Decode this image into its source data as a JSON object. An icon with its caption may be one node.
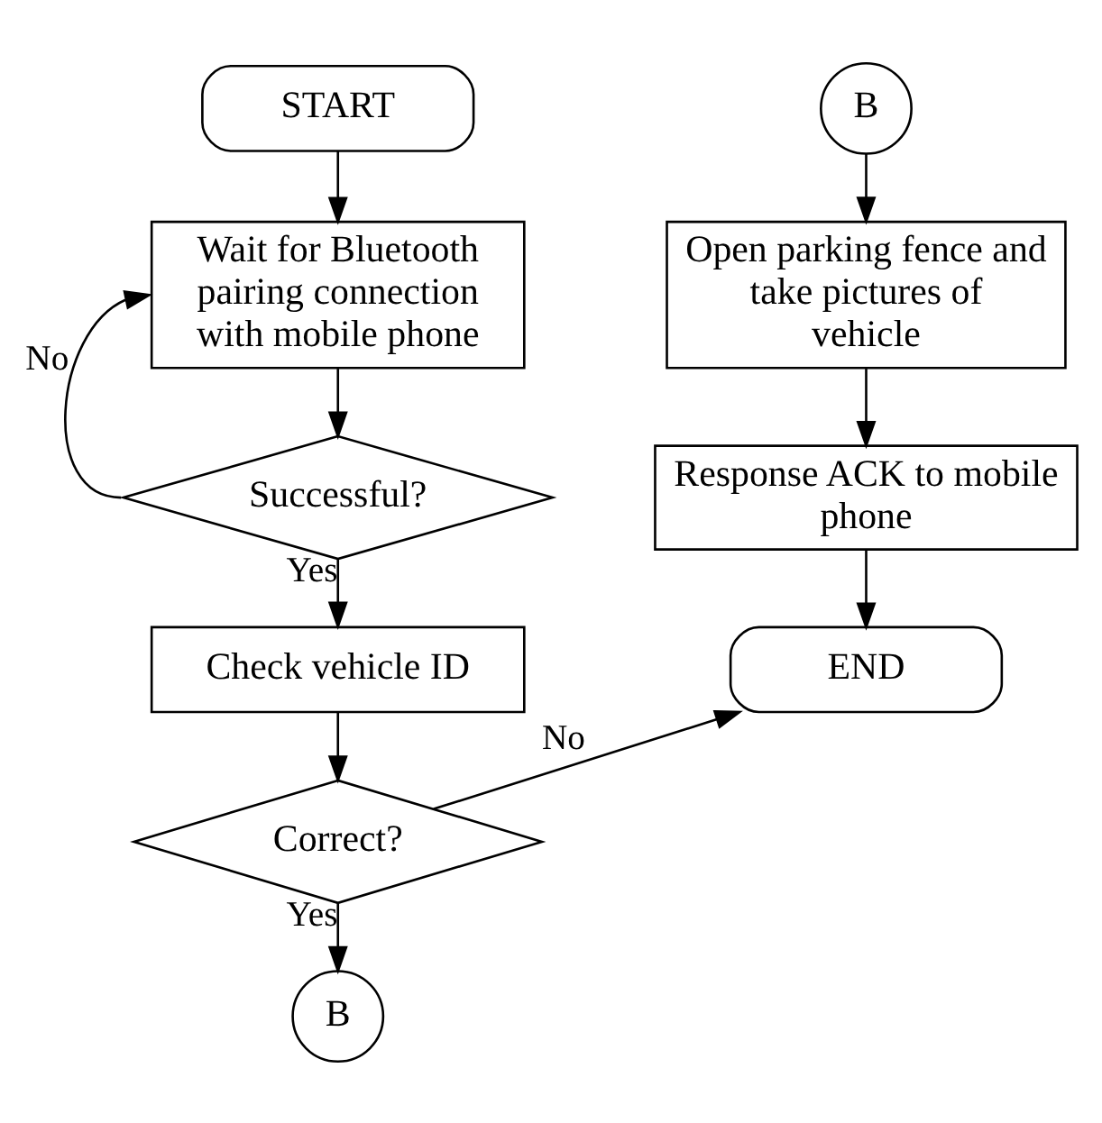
{
  "diagram": {
    "nodes": [
      {
        "text": [
          "START"
        ]
      },
      {
        "text": [
          "Wait for Bluetooth pairing connection with mobile phone"
        ]
      },
      {
        "text": [
          "Successful?"
        ]
      },
      {
        "text": [
          "Check vehicle ID"
        ]
      },
      {
        "text": [
          "Correct?"
        ]
      },
      {
        "text": [
          "B"
        ]
      },
      {
        "text": [
          "B"
        ]
      },
      {
        "text": [
          "Open parking fence and take pictures of vehicle"
        ]
      },
      {
        "text": [
          "Response ACK to mobile phone"
        ]
      },
      {
        "text": [
          "END"
        ]
      }
    ],
    "edges": [
      {
        "from": 0,
        "to": 1,
        "arrow": "to"
      },
      {
        "from": 1,
        "to": 2,
        "arrow": "to"
      },
      {
        "from": 2,
        "to": 1,
        "arrow": "to",
        "label": "No"
      },
      {
        "from": 2,
        "to": 3,
        "arrow": "to",
        "label": "Yes"
      },
      {
        "from": 3,
        "to": 4,
        "arrow": "to"
      },
      {
        "from": 4,
        "to": 5,
        "arrow": "to",
        "label": "Yes"
      },
      {
        "from": 6,
        "to": 7,
        "arrow": "to"
      },
      {
        "from": 7,
        "to": 8,
        "arrow": "to"
      },
      {
        "from": 8,
        "to": 9,
        "arrow": "to"
      },
      {
        "from": 4,
        "to": 9,
        "arrow": "to",
        "label": "No"
      }
    ]
  }
}
